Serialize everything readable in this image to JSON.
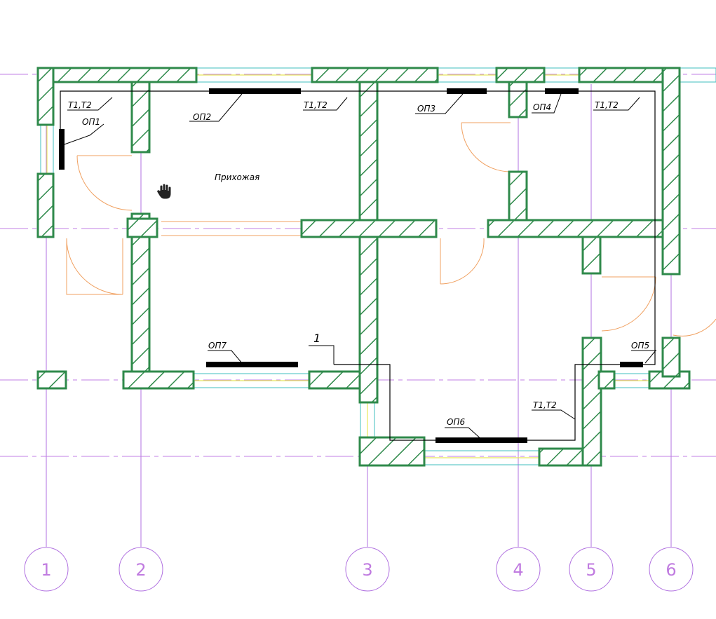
{
  "plan": {
    "room_name": "Прихожая",
    "axes": [
      "1",
      "2",
      "3",
      "4",
      "5",
      "6"
    ],
    "heaters": [
      "ОП1",
      "ОП2",
      "ОП3",
      "ОП4",
      "ОП5",
      "ОП6",
      "ОП7"
    ],
    "pipe_tags": [
      "Т1,Т2",
      "Т1,Т2",
      "Т1,Т2",
      "Т1,Т2"
    ],
    "riser_tag": "1"
  },
  "colors": {
    "wall_outline": "#2f8a4b",
    "axis_lines": "#b070e0",
    "windows": "#3fbfbf",
    "doors": "#f0a060"
  }
}
